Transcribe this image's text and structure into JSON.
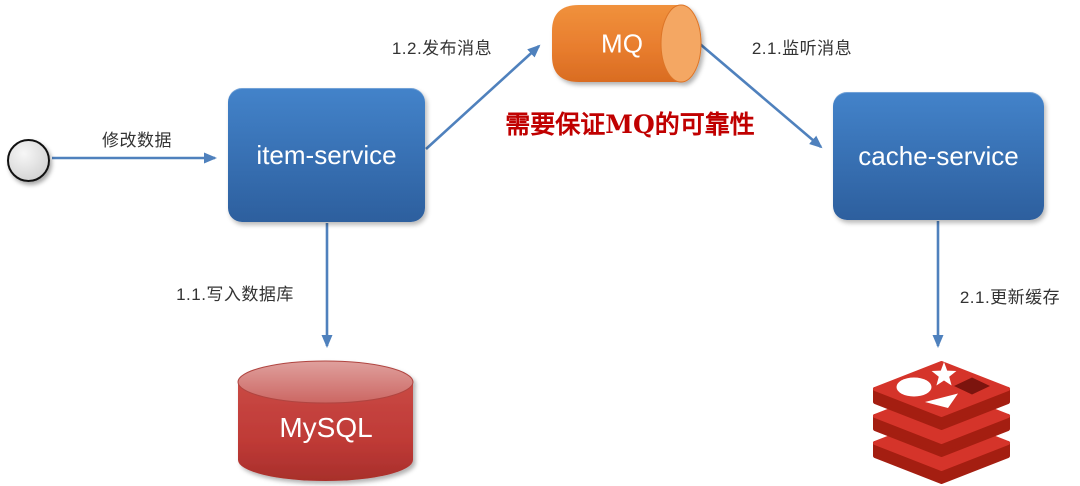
{
  "nodes": {
    "start": {
      "name": "start-circle"
    },
    "item_service": {
      "label": "item-service"
    },
    "mq": {
      "label": "MQ",
      "shape": "horizontal-cylinder"
    },
    "mysql": {
      "label": "MySQL",
      "shape": "vertical-cylinder"
    },
    "cache_service": {
      "label": "cache-service"
    },
    "redis": {
      "name": "redis-logo"
    }
  },
  "edges": {
    "modify_data": {
      "label": "修改数据",
      "from": "start",
      "to": "item_service"
    },
    "publish_msg": {
      "label": "1.2.发布消息",
      "from": "item_service",
      "to": "mq"
    },
    "write_db": {
      "label": "1.1.写入数据库",
      "from": "item_service",
      "to": "mysql"
    },
    "listen_msg": {
      "label": "2.1.监听消息",
      "from": "mq",
      "to": "cache_service"
    },
    "update_cache": {
      "label": "2.1.更新缓存",
      "from": "cache_service",
      "to": "redis"
    }
  },
  "annotation": {
    "text": "需要保证MQ的可靠性",
    "color": "#c00000"
  },
  "colors": {
    "service_box_top": "#4383ca",
    "service_box_bottom": "#2d5f9e",
    "mq_orange": "#e8802f",
    "mq_end_face": "#f4a763",
    "mysql_red": "#bf3a36",
    "mysql_top_face": "#d8908d",
    "redis_red": "#d82c20",
    "redis_dark_red": "#a41e11",
    "arrow_blue": "#4f81bd",
    "annotation_red": "#c00000",
    "start_node_fill": "#d9d9d9",
    "node_text": "#ffffff",
    "label_text": "#333333"
  }
}
